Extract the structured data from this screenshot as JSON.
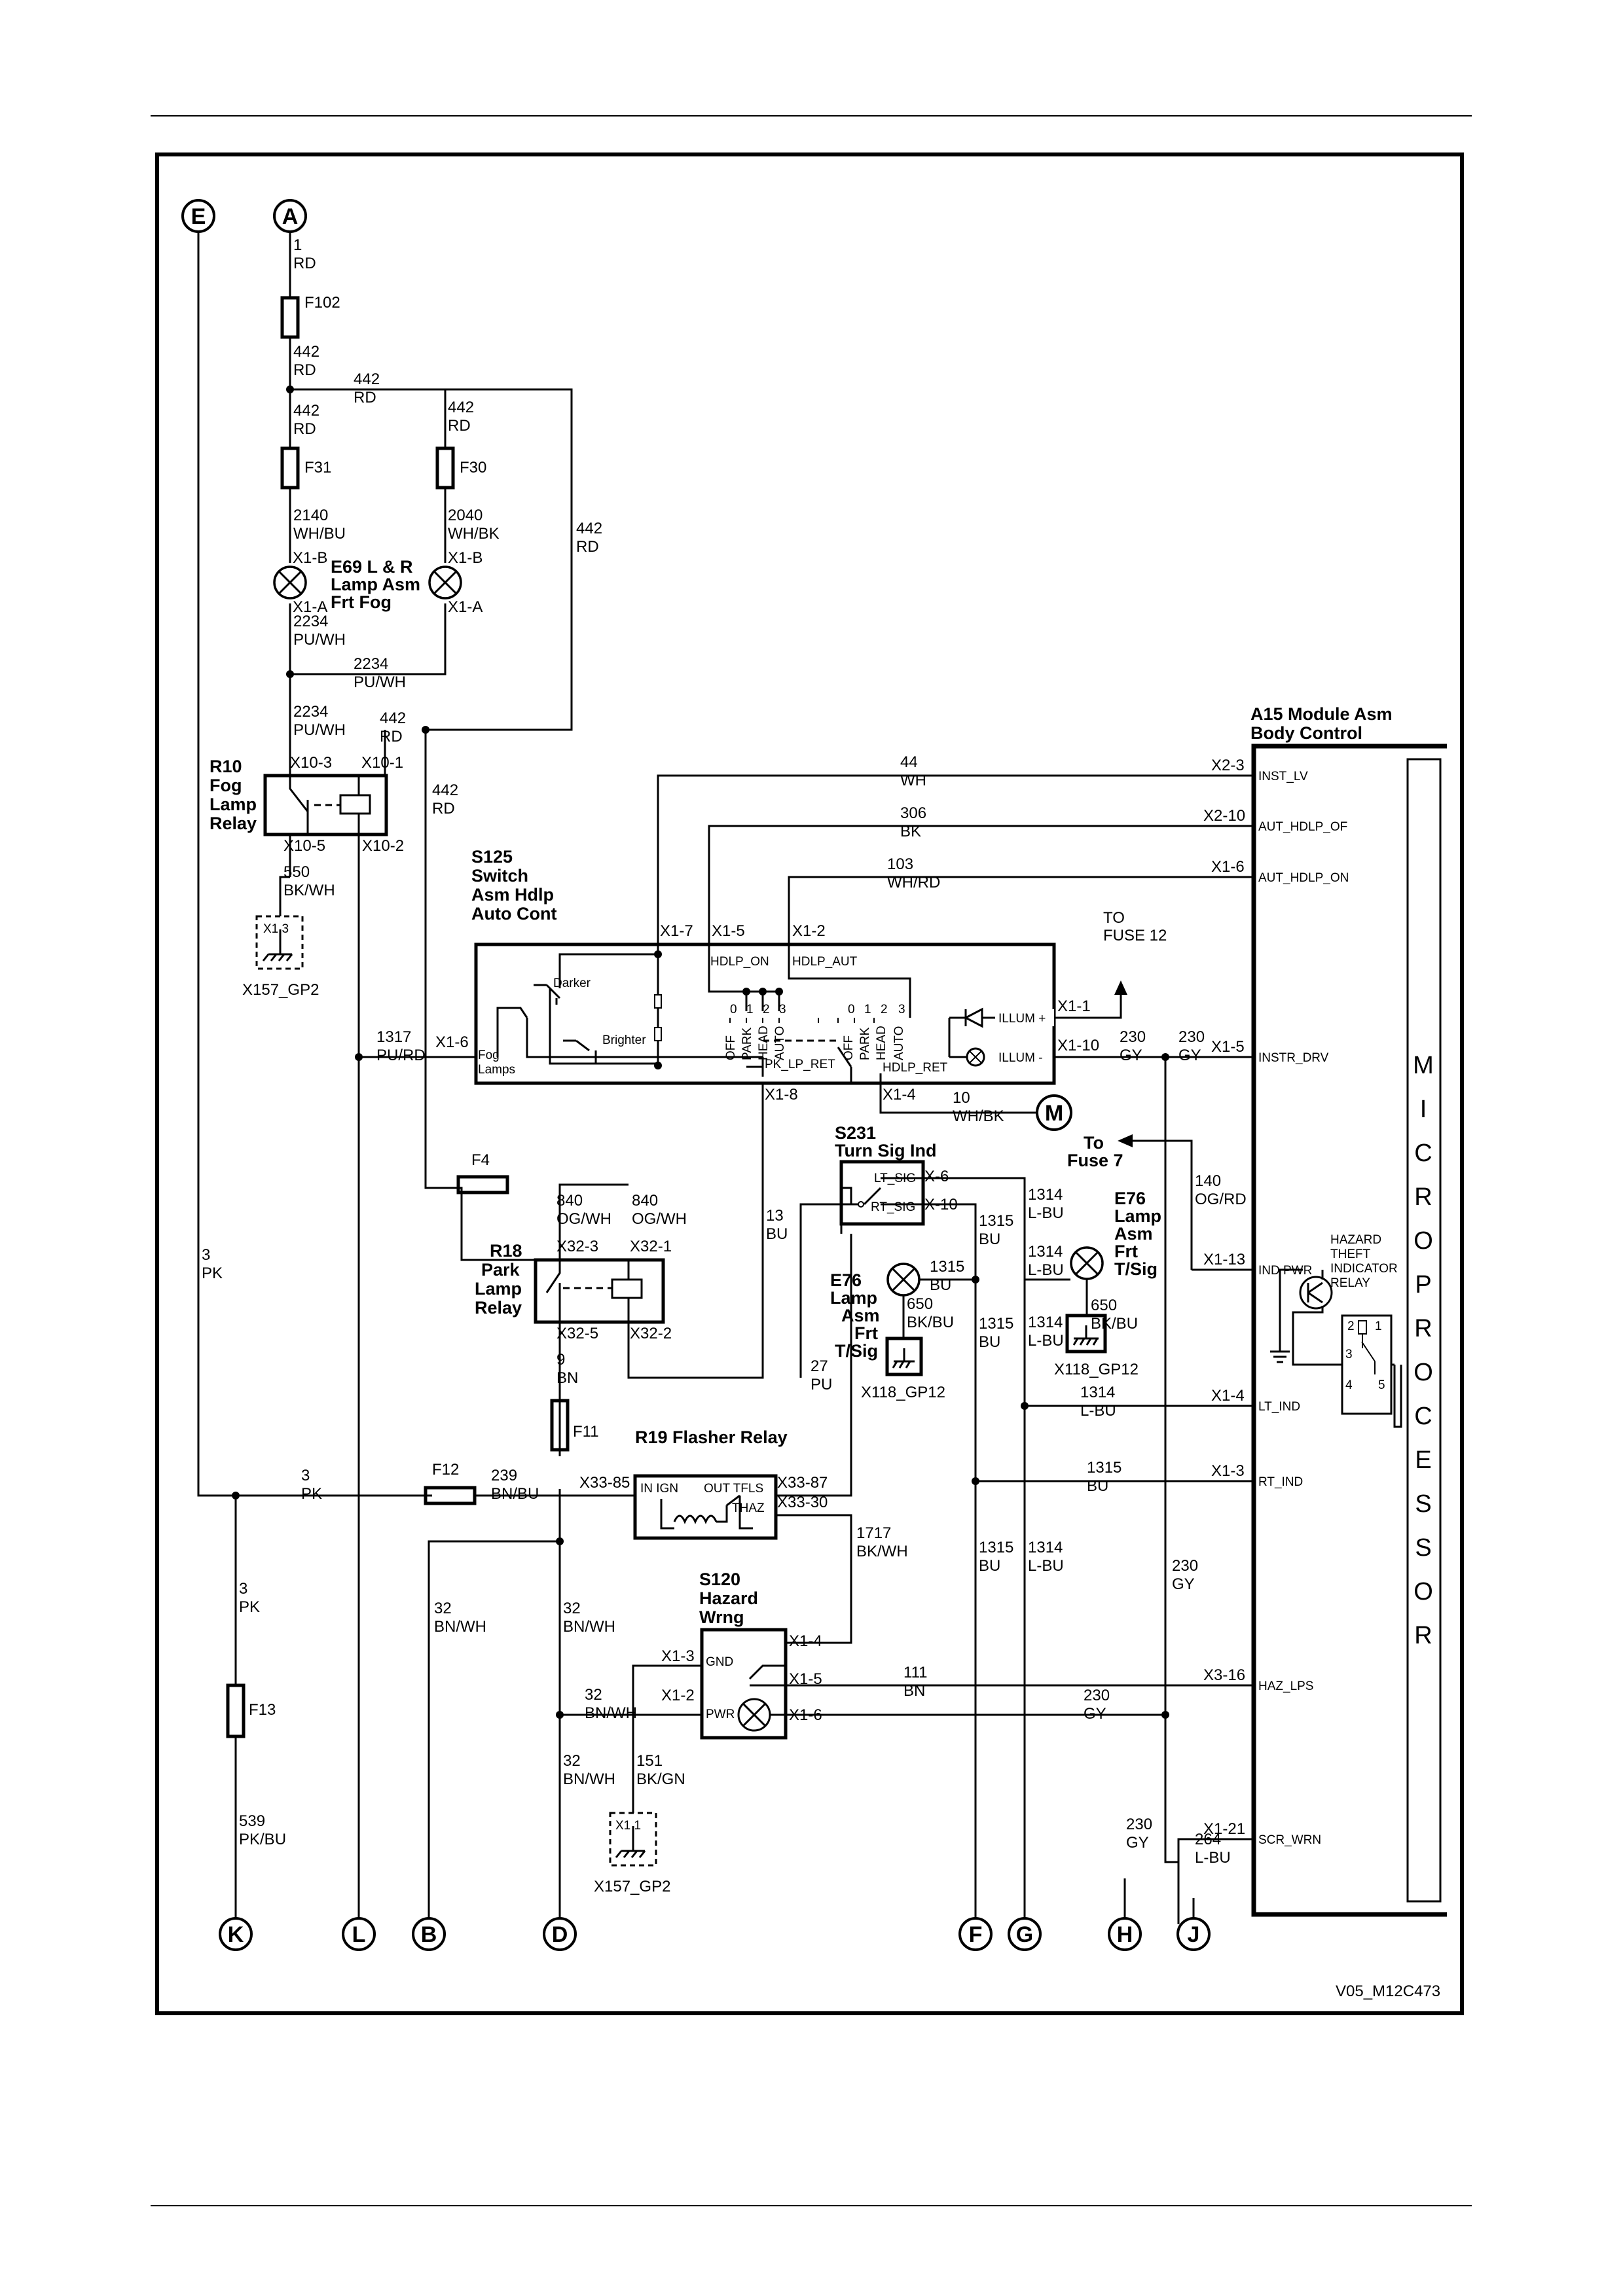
{
  "figure_id": "V05_M12C473",
  "connectors": {
    "E": "E",
    "A": "A",
    "K": "K",
    "L": "L",
    "B": "B",
    "D": "D",
    "F": "F",
    "G": "G",
    "H": "H",
    "J": "J",
    "M": "M"
  },
  "fuses": {
    "f102": "F102",
    "f31": "F31",
    "f30": "F30",
    "f4": "F4",
    "f11": "F11",
    "f12": "F12",
    "f13": "F13"
  },
  "wires": {
    "w1_rd": [
      "1",
      "RD"
    ],
    "w442_a": [
      "442",
      "RD"
    ],
    "w442_b": [
      "442",
      "RD"
    ],
    "w442_c": [
      "442",
      "RD"
    ],
    "w442_d": [
      "442",
      "RD"
    ],
    "w442_e": [
      "442",
      "RD"
    ],
    "w442_f": [
      "442",
      "RD"
    ],
    "w442_g": [
      "442",
      "RD"
    ],
    "w2140": [
      "2140",
      "WH/BU"
    ],
    "w2040": [
      "2040",
      "WH/BK"
    ],
    "w2234_a": [
      "2234",
      "PU/WH"
    ],
    "w2234_b": [
      "2234",
      "PU/WH"
    ],
    "w2234_c": [
      "2234",
      "PU/WH"
    ],
    "w550": [
      "550",
      "BK/WH"
    ],
    "w1317": [
      "1317",
      "PU/RD"
    ],
    "w44": [
      "44",
      "WH"
    ],
    "w306": [
      "306",
      "BK"
    ],
    "w103": [
      "103",
      "WH/RD"
    ],
    "w10": [
      "10",
      "WH/BK"
    ],
    "w230_a": [
      "230",
      "GY"
    ],
    "w230_b": [
      "230",
      "GY"
    ],
    "w230_c": [
      "230",
      "GY"
    ],
    "w230_d": [
      "230",
      "GY"
    ],
    "w230_e": [
      "230",
      "GY"
    ],
    "w840_a": [
      "840",
      "OG/WH"
    ],
    "w840_b": [
      "840",
      "OG/WH"
    ],
    "w13": [
      "13",
      "BU"
    ],
    "w9": [
      "9",
      "BN"
    ],
    "w3_a": [
      "3",
      "PK"
    ],
    "w3_b": [
      "3",
      "PK"
    ],
    "w3_c": [
      "3",
      "PK"
    ],
    "w239": [
      "239",
      "BN/BU"
    ],
    "w27": [
      "27",
      "PU"
    ],
    "w1314_a": [
      "1314",
      "L-BU"
    ],
    "w1314_b": [
      "1314",
      "L-BU"
    ],
    "w1314_c": [
      "1314",
      "L-BU"
    ],
    "w1314_d": [
      "1314",
      "L-BU"
    ],
    "w1314_e": [
      "1314",
      "L-BU"
    ],
    "w1315_a": [
      "1315",
      "BU"
    ],
    "w1315_b": [
      "1315",
      "BU"
    ],
    "w1315_c": [
      "1315",
      "BU"
    ],
    "w1315_d": [
      "1315",
      "BU"
    ],
    "w1315_e": [
      "1315",
      "BU"
    ],
    "w650_a": [
      "650",
      "BK/BU"
    ],
    "w650_b": [
      "650",
      "BK/BU"
    ],
    "w140": [
      "140",
      "OG/RD"
    ],
    "w1717": [
      "1717",
      "BK/WH"
    ],
    "w32_a": [
      "32",
      "BN/WH"
    ],
    "w32_b": [
      "32",
      "BN/WH"
    ],
    "w32_c": [
      "32",
      "BN/WH"
    ],
    "w32_d": [
      "32",
      "BN/WH"
    ],
    "w111": [
      "111",
      "BN"
    ],
    "w151": [
      "151",
      "BK/GN"
    ],
    "w539": [
      "539",
      "PK/BU"
    ],
    "w264": [
      "264",
      "L-BU"
    ]
  },
  "components": {
    "e69": [
      "E69 L & R",
      "Lamp Asm",
      "Frt Fog"
    ],
    "r10": [
      "R10",
      "Fog",
      "Lamp",
      "Relay"
    ],
    "s125": [
      "S125",
      "Switch",
      "Asm Hdlp",
      "Auto Cont"
    ],
    "r18": [
      "R18",
      "Park",
      "Lamp",
      "Relay"
    ],
    "s231": [
      "S231",
      "Turn Sig Ind"
    ],
    "e76a": [
      "E76",
      "Lamp",
      "Asm",
      "Frt",
      "T/Sig"
    ],
    "e76b": [
      "E76",
      "Lamp",
      "Asm",
      "Frt",
      "T/Sig"
    ],
    "r19": "R19 Flasher Relay",
    "s120": [
      "S120",
      "Hazard",
      "Wrng"
    ],
    "a15": [
      "A15 Module Asm",
      "Body Control"
    ],
    "hazard_relay": [
      "HAZARD",
      "THEFT",
      "INDICATOR",
      "RELAY"
    ]
  },
  "notes": {
    "to_fuse12": [
      "TO",
      "FUSE 12"
    ],
    "to_fuse7": [
      "To",
      "Fuse 7"
    ]
  },
  "grounds": {
    "g1": "X157_GP2",
    "g2": "X118_GP12",
    "g3": "X118_GP12",
    "g4": "X157_GP2"
  },
  "pins": {
    "x1b_l": "X1-B",
    "x1a_l": "X1-A",
    "x1b_r": "X1-B",
    "x1a_r": "X1-A",
    "x10_3": "X10-3",
    "x10_1": "X10-1",
    "x10_5": "X10-5",
    "x10_2": "X10-2",
    "x13_g1": "X1 3",
    "x11_g4": "X1 1",
    "s125_x17": "X1-7",
    "s125_x15": "X1-5",
    "s125_x12": "X1-2",
    "s125_x16": "X1-6",
    "s125_x18": "X1-8",
    "s125_x14": "X1-4",
    "s125_x11": "X1-1",
    "s125_x110": "X1-10",
    "x32_3": "X32-3",
    "x32_1": "X32-1",
    "x32_5": "X32-5",
    "x32_2": "X32-2",
    "s231_x6": "X-6",
    "s231_x10": "X-10",
    "x33_85": "X33-85",
    "x33_87": "X33-87",
    "x33_30": "X33-30",
    "s120_x14": "X1-4",
    "s120_x13": "X1-3",
    "s120_x15": "X1-5",
    "s120_x12": "X1-2",
    "s120_x16": "X1-6",
    "a15_x23": "X2-3",
    "a15_x210": "X2-10",
    "a15_x16": "X1-6",
    "a15_x15": "X1-5",
    "a15_x113": "X1-13",
    "a15_x14": "X1-4",
    "a15_x13": "X1-3",
    "a15_x316": "X3-16",
    "a15_x121": "X1-21"
  },
  "signals": {
    "inst_lv": "INST_LV",
    "aut_hdlp_of": "AUT_HDLP_OF",
    "aut_hdlp_on": "AUT_HDLP_ON",
    "instr_drv": "INSTR_DRV",
    "ind_pwr": "IND PWR",
    "lt_ind": "LT_IND",
    "rt_ind": "RT_IND",
    "haz_lps": "HAZ_LPS",
    "scr_wrn": "SCR_WRN",
    "hdlp_on": "HDLP_ON",
    "hdlp_aut": "HDLP_AUT",
    "pk_lp_ret": "PK_LP_RET",
    "hdlp_ret": "HDLP_RET",
    "illum_p": "ILLUM +",
    "illum_m": "ILLUM -",
    "darker": "Darker",
    "brighter": "Brighter",
    "fog_lamps": [
      "Fog",
      "Lamps"
    ],
    "sw_left": [
      "OFF",
      "PARK",
      "HEAD",
      "AUTO"
    ],
    "sw_right": [
      "OFF",
      "PARK",
      "HEAD",
      "AUTO"
    ],
    "sw_nums": [
      "0",
      "1",
      "2",
      "3"
    ],
    "lt_sig": "LT_SIG",
    "rt_sig": "RT_SIG",
    "in_ign": "IN IGN",
    "out_tfls": "OUT TFLS",
    "thaz": "THAZ",
    "gnd": "GND",
    "pwr": "PWR",
    "relay_pins": [
      "2",
      "1",
      "3",
      "4",
      "5"
    ]
  },
  "microprocessor": [
    "M",
    "I",
    "C",
    "R",
    "O",
    "P",
    "R",
    "O",
    "C",
    "E",
    "S",
    "S",
    "O",
    "R"
  ]
}
